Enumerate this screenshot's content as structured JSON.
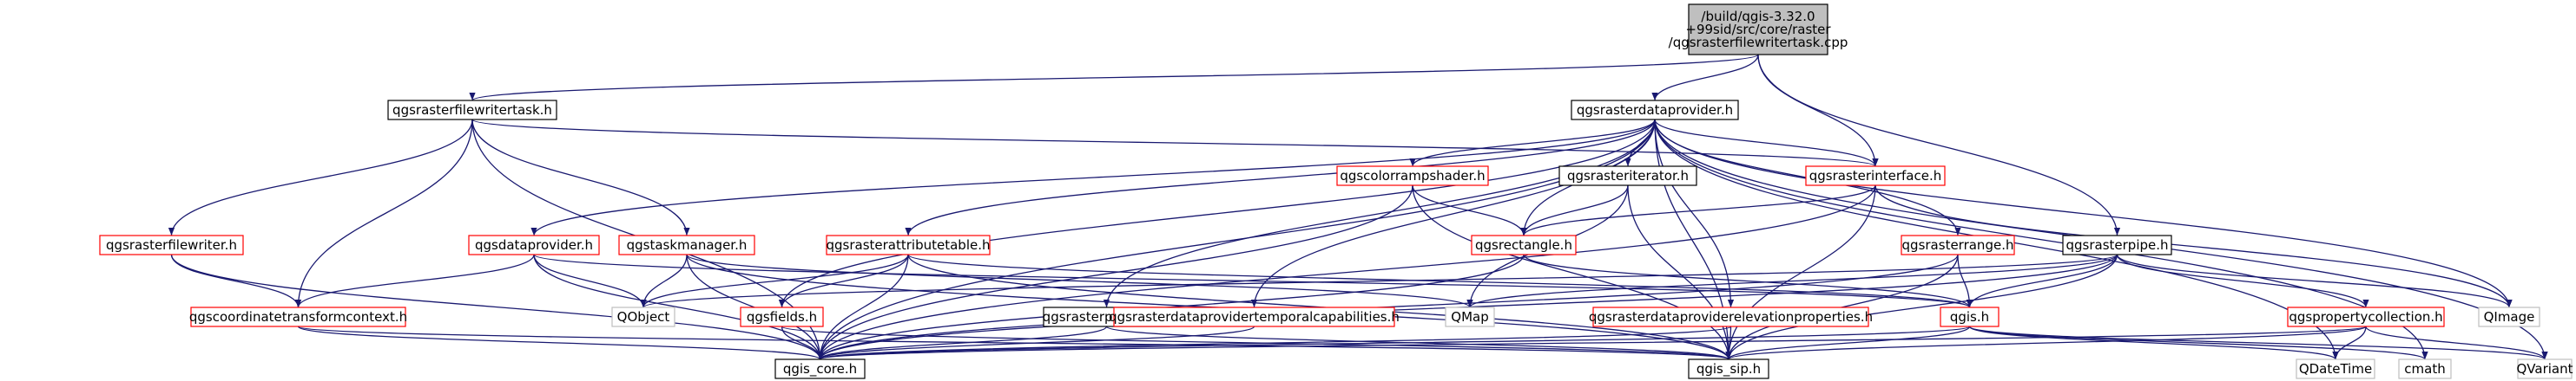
{
  "diagram": {
    "nodes": [
      {
        "id": "root",
        "lines": [
          "/build/qgis-3.32.0",
          "+99sid/src/core/raster",
          "/qgsrasterfilewritertask.cpp"
        ],
        "style": "root"
      },
      {
        "id": "qgsrasterfilewritertask_h",
        "lines": [
          "qgsrasterfilewritertask.h"
        ],
        "style": "normal"
      },
      {
        "id": "qgsrasterdataprovider_h",
        "lines": [
          "qgsrasterdataprovider.h"
        ],
        "style": "normal"
      },
      {
        "id": "qgsrasterfilewriter_h",
        "lines": [
          "qgsrasterfilewriter.h"
        ],
        "style": "red"
      },
      {
        "id": "qgstaskmanager_h",
        "lines": [
          "qgstaskmanager.h"
        ],
        "style": "red"
      },
      {
        "id": "qgsdataprovider_h",
        "lines": [
          "qgsdataprovider.h"
        ],
        "style": "red"
      },
      {
        "id": "qgscolorrampshader_h",
        "lines": [
          "qgscolorrampshader.h"
        ],
        "style": "red"
      },
      {
        "id": "qgsrasteriterator_h",
        "lines": [
          "qgsrasteriterator.h"
        ],
        "style": "normal"
      },
      {
        "id": "qgsrasterinterface_h",
        "lines": [
          "qgsrasterinterface.h"
        ],
        "style": "red"
      },
      {
        "id": "qgsrasterattributetable_h",
        "lines": [
          "qgsrasterattributetable.h"
        ],
        "style": "red"
      },
      {
        "id": "qgsrectangle_h",
        "lines": [
          "qgsrectangle.h"
        ],
        "style": "red"
      },
      {
        "id": "qgsrasterrange_h",
        "lines": [
          "qgsrasterrange.h"
        ],
        "style": "red"
      },
      {
        "id": "qgsrasterpipe_h",
        "lines": [
          "qgsrasterpipe.h"
        ],
        "style": "normal"
      },
      {
        "id": "qgscoordinatetransformcontext_h",
        "lines": [
          "qgscoordinatetransformcontext.h"
        ],
        "style": "red"
      },
      {
        "id": "qobject",
        "lines": [
          "QObject"
        ],
        "style": "gray"
      },
      {
        "id": "qgsfields_h",
        "lines": [
          "qgsfields.h"
        ],
        "style": "red"
      },
      {
        "id": "qgsrasterpyramid_h",
        "lines": [
          "qgsrasterpyramid.h"
        ],
        "style": "normal"
      },
      {
        "id": "qgsrasterdataprovidertemporalcapabilities_h",
        "lines": [
          "qgsrasterdataprovidertemporalcapabilities.h"
        ],
        "style": "red"
      },
      {
        "id": "qmap",
        "lines": [
          "QMap"
        ],
        "style": "gray"
      },
      {
        "id": "qgsrasterdataproviderelevationproperties_h",
        "lines": [
          "qgsrasterdataproviderelevationproperties.h"
        ],
        "style": "red"
      },
      {
        "id": "qgis_h",
        "lines": [
          "qgis.h"
        ],
        "style": "red"
      },
      {
        "id": "qgspropertycollection_h",
        "lines": [
          "qgspropertycollection.h"
        ],
        "style": "red"
      },
      {
        "id": "qimage",
        "lines": [
          "QImage"
        ],
        "style": "gray"
      },
      {
        "id": "qgis_core_h",
        "lines": [
          "qgis_core.h"
        ],
        "style": "normal"
      },
      {
        "id": "qgis_sip_h",
        "lines": [
          "qgis_sip.h"
        ],
        "style": "normal"
      },
      {
        "id": "qdatetime",
        "lines": [
          "QDateTime"
        ],
        "style": "gray"
      },
      {
        "id": "cmath",
        "lines": [
          "cmath"
        ],
        "style": "gray"
      },
      {
        "id": "qvariant",
        "lines": [
          "QVariant"
        ],
        "style": "gray"
      }
    ],
    "edges": [
      [
        "root",
        "qgsrasterfilewritertask_h"
      ],
      [
        "root",
        "qgsrasterdataprovider_h"
      ],
      [
        "root",
        "qgsrasterinterface_h"
      ],
      [
        "root",
        "qgsrasterpipe_h"
      ],
      [
        "qgsrasterfilewritertask_h",
        "qgsrasterfilewriter_h"
      ],
      [
        "qgsrasterfilewritertask_h",
        "qgstaskmanager_h"
      ],
      [
        "qgsrasterfilewritertask_h",
        "qgscoordinatetransformcontext_h"
      ],
      [
        "qgsrasterfilewritertask_h",
        "qgis_core_h"
      ],
      [
        "qgsrasterfilewritertask_h",
        "qgsrasterinterface_h"
      ],
      [
        "qgsrasterdataprovider_h",
        "qgsdataprovider_h"
      ],
      [
        "qgsrasterdataprovider_h",
        "qgscolorrampshader_h"
      ],
      [
        "qgsrasterdataprovider_h",
        "qgsrasteriterator_h"
      ],
      [
        "qgsrasterdataprovider_h",
        "qgsrasterinterface_h"
      ],
      [
        "qgsrasterdataprovider_h",
        "qgsrasterattributetable_h"
      ],
      [
        "qgsrasterdataprovider_h",
        "qgsrectangle_h"
      ],
      [
        "qgsrasterdataprovider_h",
        "qgsrasterrange_h"
      ],
      [
        "qgsrasterdataprovider_h",
        "qgsrasterpyramid_h"
      ],
      [
        "qgsrasterdataprovider_h",
        "qgsrasterdataprovidertemporalcapabilities_h"
      ],
      [
        "qgsrasterdataprovider_h",
        "qgsrasterdataproviderelevationproperties_h"
      ],
      [
        "qgsrasterdataprovider_h",
        "qgsfields_h"
      ],
      [
        "qgsrasterdataprovider_h",
        "qgis_core_h"
      ],
      [
        "qgsrasterdataprovider_h",
        "qimage"
      ],
      [
        "qgsrasterdataprovider_h",
        "qgis_sip_h"
      ],
      [
        "qgsrasterdataprovider_h",
        "qdatetime"
      ],
      [
        "qgsrasterdataprovider_h",
        "cmath"
      ],
      [
        "qgsrasterdataprovider_h",
        "qvariant"
      ],
      [
        "qgsrasterfilewriter_h",
        "qgscoordinatetransformcontext_h"
      ],
      [
        "qgsrasterfilewriter_h",
        "qgis_core_h"
      ],
      [
        "qgstaskmanager_h",
        "qobject"
      ],
      [
        "qgstaskmanager_h",
        "qgis_core_h"
      ],
      [
        "qgstaskmanager_h",
        "qgis_sip_h"
      ],
      [
        "qgstaskmanager_h",
        "qmap"
      ],
      [
        "qgsdataprovider_h",
        "qgscoordinatetransformcontext_h"
      ],
      [
        "qgsdataprovider_h",
        "qgis_core_h"
      ],
      [
        "qgsdataprovider_h",
        "qobject"
      ],
      [
        "qgsdataprovider_h",
        "qgis_h"
      ],
      [
        "qgscolorrampshader_h",
        "qgsrectangle_h"
      ],
      [
        "qgscolorrampshader_h",
        "qgis_core_h"
      ],
      [
        "qgscolorrampshader_h",
        "qgis_sip_h"
      ],
      [
        "qgsrasteriterator_h",
        "qgsrectangle_h"
      ],
      [
        "qgsrasteriterator_h",
        "qmap"
      ],
      [
        "qgsrasteriterator_h",
        "qgis_sip_h"
      ],
      [
        "qgsrasterinterface_h",
        "qgsrectangle_h"
      ],
      [
        "qgsrasterinterface_h",
        "qgis_core_h"
      ],
      [
        "qgsrasterinterface_h",
        "qimage"
      ],
      [
        "qgsrasterinterface_h",
        "qgis_sip_h"
      ],
      [
        "qgsrasterattributetable_h",
        "qgsfields_h"
      ],
      [
        "qgsrasterattributetable_h",
        "qobject"
      ],
      [
        "qgsrasterattributetable_h",
        "qgis_core_h"
      ],
      [
        "qgsrasterattributetable_h",
        "qgis_h"
      ],
      [
        "qgsrasterattributetable_h",
        "qgis_sip_h"
      ],
      [
        "qgsrectangle_h",
        "qgis_core_h"
      ],
      [
        "qgsrectangle_h",
        "qgis_h"
      ],
      [
        "qgsrasterrange_h",
        "qgis_h"
      ],
      [
        "qgsrasterrange_h",
        "qgis_core_h"
      ],
      [
        "qgsrasterrange_h",
        "qgis_sip_h"
      ],
      [
        "qgsrasterpipe_h",
        "qgis_h"
      ],
      [
        "qgsrasterpipe_h",
        "qmap"
      ],
      [
        "qgsrasterpipe_h",
        "qimage"
      ],
      [
        "qgsrasterpipe_h",
        "qgspropertycollection_h"
      ],
      [
        "qgsrasterpipe_h",
        "qgis_core_h"
      ],
      [
        "qgsrasterpipe_h",
        "qobject"
      ],
      [
        "qgsrasterpipe_h",
        "qgis_sip_h"
      ],
      [
        "qgscoordinatetransformcontext_h",
        "qgis_core_h"
      ],
      [
        "qgscoordinatetransformcontext_h",
        "qgis_sip_h"
      ],
      [
        "qgsfields_h",
        "qgis_core_h"
      ],
      [
        "qgsfields_h",
        "qgis_sip_h"
      ],
      [
        "qgsrasterpyramid_h",
        "qgis_core_h"
      ],
      [
        "qgsrasterpyramid_h",
        "qgis_sip_h"
      ],
      [
        "qgsrasterdataprovidertemporalcapabilities_h",
        "qgis_core_h"
      ],
      [
        "qgsrasterdataproviderelevationproperties_h",
        "qgis_core_h"
      ],
      [
        "qgsrasterdataproviderelevationproperties_h",
        "qgis_sip_h"
      ],
      [
        "qgis_h",
        "qgis_core_h"
      ],
      [
        "qgis_h",
        "qgis_sip_h"
      ],
      [
        "qgis_h",
        "cmath"
      ],
      [
        "qgis_h",
        "qdatetime"
      ],
      [
        "qgis_h",
        "qvariant"
      ],
      [
        "qgspropertycollection_h",
        "qgis_core_h"
      ],
      [
        "qgspropertycollection_h",
        "qgis_sip_h"
      ],
      [
        "qgspropertycollection_h",
        "qdatetime"
      ],
      [
        "qgspropertycollection_h",
        "qvariant"
      ]
    ]
  },
  "colors": {
    "edge": "#191970",
    "root_fill": "#bfbfbf",
    "root_border": "#000000",
    "normal_border": "#000000",
    "red_border": "#ff0000",
    "gray_border": "#bfbfbf",
    "fill": "#ffffff"
  }
}
